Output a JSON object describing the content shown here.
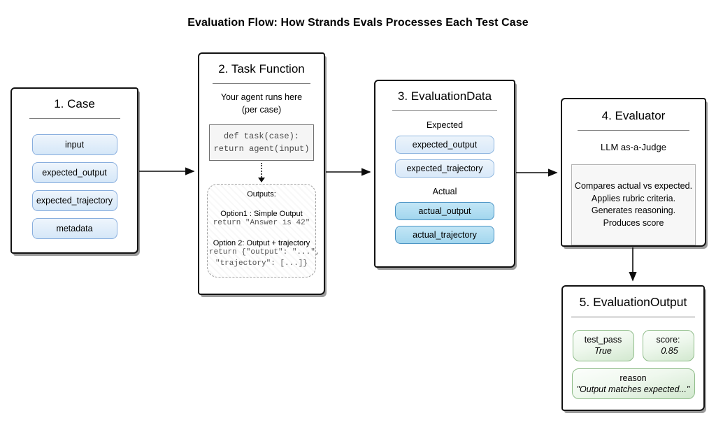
{
  "title": "Evaluation Flow: How Strands Evals Processes Each Test Case",
  "colors": {
    "field_blue_fill": "#d5e7f8",
    "field_blue_border": "#88aede",
    "actual_cyan_fill": "#a2d6ee",
    "actual_cyan_border": "#4c94c4",
    "output_green_fill": "#d2e8cf",
    "output_green_border": "#90bd8a",
    "code_box_fill": "#f5f5f5",
    "box_border": "#121212"
  },
  "nodes": {
    "case": {
      "title": "1. Case",
      "fields": [
        "input",
        "expected_output",
        "expected_trajectory",
        "metadata"
      ]
    },
    "task_function": {
      "title": "2. Task Function",
      "subtitle_line1": "Your agent runs here",
      "subtitle_line2": "(per case)",
      "code_line1": "def task(case):",
      "code_line2": "return agent(input)",
      "outputs": {
        "heading": "Outputs:",
        "option1_label": "Option1 : Simple Output",
        "option1_code": "return \"Answer is 42\"",
        "option2_label": "Option 2: Output + trajectory",
        "option2_code_line1": "return {\"output\": \"...\",",
        "option2_code_line2": "\"trajectory\": [...]}"
      }
    },
    "evaluation_data": {
      "title": "3. EvaluationData",
      "expected_label": "Expected",
      "expected_fields": [
        "expected_output",
        "expected_trajectory"
      ],
      "actual_label": "Actual",
      "actual_fields": [
        "actual_output",
        "actual_trajectory"
      ]
    },
    "evaluator": {
      "title": "4. Evaluator",
      "subtitle": "LLM as-a-Judge",
      "description_lines": [
        "Compares actual vs expected.",
        "Applies rubric criteria.",
        "Generates reasoning.",
        "Produces score"
      ]
    },
    "evaluation_output": {
      "title": "5. EvaluationOutput",
      "test_pass_label": "test_pass",
      "test_pass_value": "True",
      "score_label": "score:",
      "score_value": "0.85",
      "reason_label": "reason",
      "reason_value": "\"Output matches expected...\""
    }
  }
}
